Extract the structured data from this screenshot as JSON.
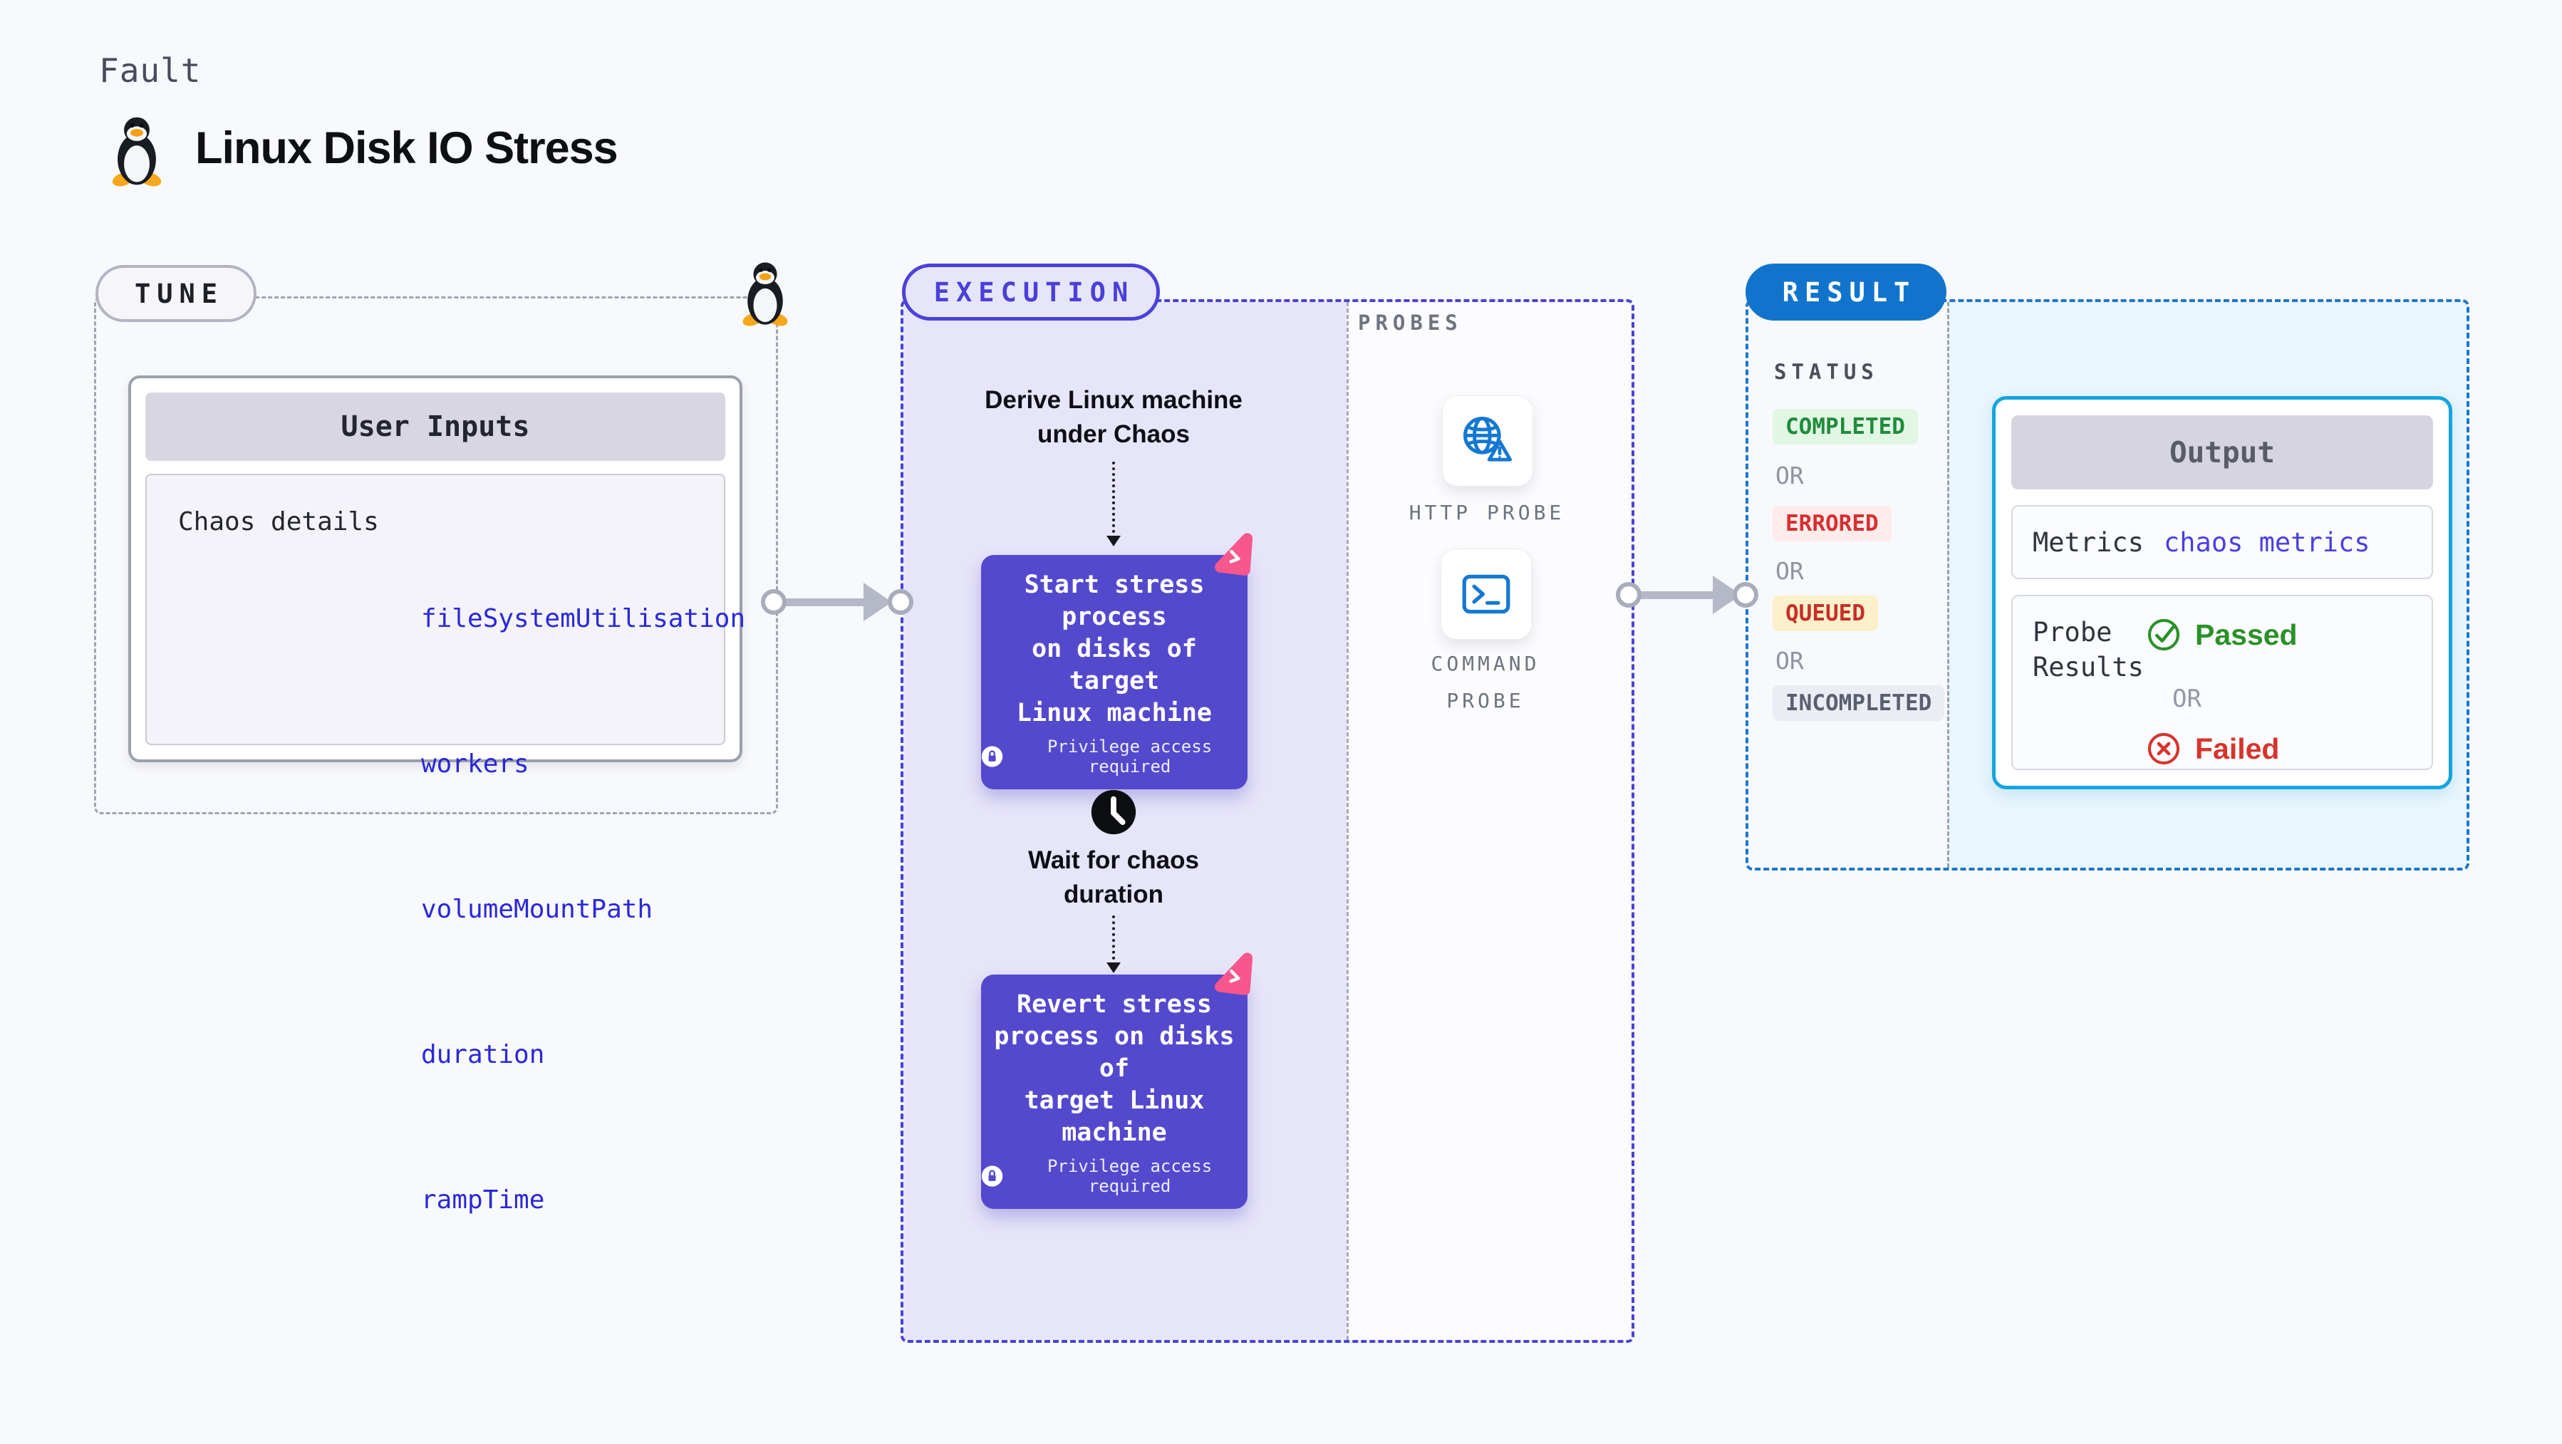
{
  "page": {
    "kicker": "Fault",
    "title": "Linux Disk IO Stress",
    "background": "#f8f9fc"
  },
  "tune": {
    "label": "TUNE",
    "user_inputs": {
      "header": "User Inputs",
      "row_label": "Chaos details",
      "params": [
        "fileSystemUtilisation",
        "workers",
        "volumeMountPath",
        "duration",
        "rampTime"
      ]
    }
  },
  "execution": {
    "label": "EXECUTION",
    "probes_label": "PROBES",
    "derive": {
      "line1": "Derive Linux machine",
      "line2": "under Chaos"
    },
    "start": {
      "line1": "Start stress process",
      "line2": "on disks of target",
      "line3": "Linux machine",
      "privilege": "Privilege access required"
    },
    "wait": {
      "line1": "Wait for chaos",
      "line2": "duration"
    },
    "revert": {
      "line1": "Revert stress",
      "line2": "process on disks of",
      "line3": "target Linux machine",
      "privilege": "Privilege access required"
    },
    "probes": [
      {
        "label": "HTTP PROBE",
        "icon": "globe-alert-icon"
      },
      {
        "label1": "COMMAND",
        "label2": "PROBE",
        "icon": "terminal-icon"
      }
    ]
  },
  "result": {
    "label": "RESULT",
    "status_label": "STATUS",
    "or": "OR",
    "statuses": [
      {
        "text": "COMPLETED",
        "fg": "#1f8b3c",
        "bg": "#e2f6e4"
      },
      {
        "text": "ERRORED",
        "fg": "#d63031",
        "bg": "#fdeceb"
      },
      {
        "text": "QUEUED",
        "fg": "#c62f28",
        "bg": "#fbf0c9"
      },
      {
        "text": "INCOMPLETED",
        "fg": "#5a5f70",
        "bg": "#ebecf4"
      }
    ],
    "output": {
      "header": "Output",
      "metrics_label": "Metrics",
      "metrics_value": "chaos metrics",
      "probe_line1": "Probe",
      "probe_line2": "Results",
      "passed": "Passed",
      "or": "OR",
      "failed": "Failed"
    }
  },
  "colors": {
    "indigo_border": "#4b42da",
    "node_indigo": "#5449cd",
    "result_blue": "#1174cc",
    "output_border_cyan": "#13a5df",
    "ribbon_pink": "#f7578c",
    "probe_icon_blue": "#1478d2",
    "passed_green": "#2b9127",
    "failed_red": "#d6342c",
    "param_blue": "#2a28d8",
    "tune_dash_gray": "#a0a4b0",
    "result_dash_blue": "#1b76cd"
  }
}
